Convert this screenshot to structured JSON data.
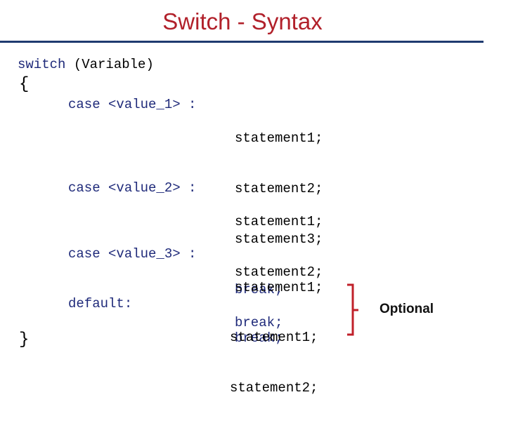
{
  "slide": {
    "title": "Switch - Syntax",
    "header": {
      "keyword": "switch",
      "arg": "(Variable)"
    },
    "open_brace": "{",
    "close_brace": "}",
    "cases": [
      {
        "label": "case <value_1> :",
        "statements": [
          "statement1;",
          "statement2;",
          "statement3;",
          "break;"
        ]
      },
      {
        "label": "case <value_2> :",
        "statements": [
          "statement1;",
          "statement2;",
          "break;"
        ]
      },
      {
        "label": "case <value_3> :",
        "statements": [
          "statement1;",
          "break;"
        ]
      }
    ],
    "default_block": {
      "label": "default:",
      "statements": [
        "statement1;",
        "statement2;"
      ]
    },
    "annotation": "Optional",
    "colors": {
      "title": "#b1202a",
      "rule": "#1f3b70",
      "keyword": "#1f2a7a",
      "bracket": "#c0202a"
    }
  }
}
